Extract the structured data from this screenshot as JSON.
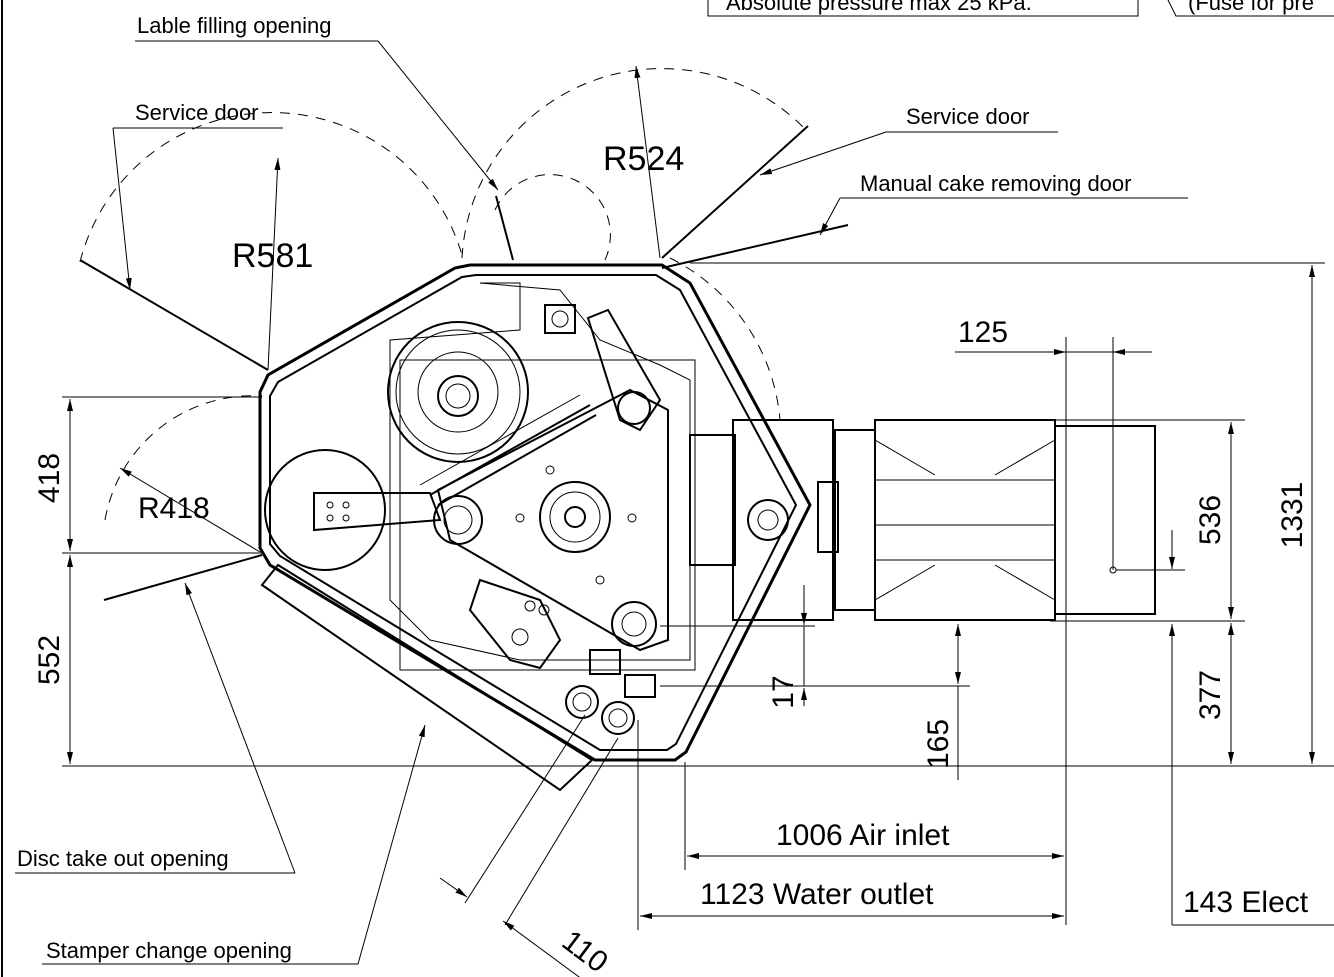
{
  "callouts": {
    "lable_filling": "Lable filling opening",
    "service_door_left": "Service door",
    "service_door_right": "Service door",
    "manual_cake": "Manual cake removing door",
    "disc_take_out": "Disc take out opening",
    "stamper_change": "Stamper change opening",
    "note_pressure": "Absolute pressure max 25 kPa.",
    "note_fuse": "(Fuse for pre"
  },
  "radii": {
    "r581": "R581",
    "r524": "R524",
    "r418": "R418"
  },
  "dimensions": {
    "d125": "125",
    "d418": "418",
    "d552": "552",
    "d536": "536",
    "d1331": "1331",
    "d377": "377",
    "d17": "17",
    "d165": "165",
    "d110": "110",
    "air_inlet": "1006 Air inlet",
    "water_outlet": "1123 Water outlet",
    "electric": "143 Elect"
  }
}
